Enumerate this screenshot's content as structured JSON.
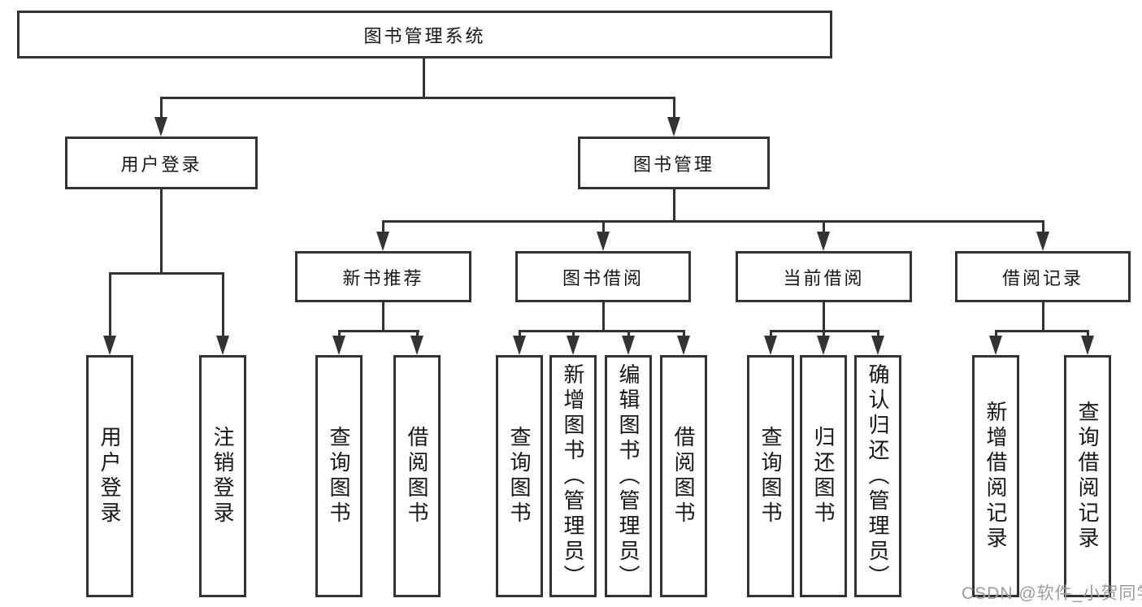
{
  "tree": {
    "label": "图书管理系统",
    "children": [
      {
        "label": "用户登录",
        "children": [
          {
            "label": "用户登录"
          },
          {
            "label": "注销登录"
          }
        ]
      },
      {
        "label": "图书管理",
        "children": [
          {
            "label": "新书推荐",
            "children": [
              {
                "label": "查询图书"
              },
              {
                "label": "借阅图书"
              }
            ]
          },
          {
            "label": "图书借阅",
            "children": [
              {
                "label": "查询图书"
              },
              {
                "label": "新增图书（管理员）"
              },
              {
                "label": "编辑图书（管理员）"
              },
              {
                "label": "借阅图书"
              }
            ]
          },
          {
            "label": "当前借阅",
            "children": [
              {
                "label": "查询图书"
              },
              {
                "label": "归还图书"
              },
              {
                "label": "确认归还（管理员）"
              }
            ]
          },
          {
            "label": "借阅记录",
            "children": [
              {
                "label": "新增借阅记录"
              },
              {
                "label": "查询借阅记录"
              }
            ]
          }
        ]
      }
    ]
  },
  "watermark": {
    "text": "CSDN @软件_小贺同学",
    "color": "#9c9c9c"
  },
  "colors": {
    "line": "#333333",
    "border": "#333333",
    "text": "#161616",
    "background": "#ffffff"
  }
}
